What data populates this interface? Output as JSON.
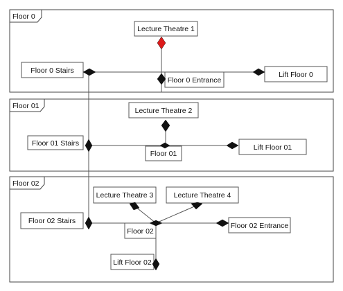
{
  "floors": [
    {
      "label": "Floor 0"
    },
    {
      "label": "Floor 01"
    },
    {
      "label": "Floor 02"
    }
  ],
  "nodes": {
    "lecture_theatre_1": "Lecture Theatre 1",
    "floor0_stairs": "Floor 0 Stairs",
    "floor0_entrance": "Floor 0 Entrance",
    "lift_floor0": "Lift Floor 0",
    "lecture_theatre_2": "Lecture Theatre 2",
    "floor01_stairs": "Floor 01 Stairs",
    "floor01": "Floor 01",
    "lift_floor01": "Lift Floor 01",
    "lecture_theatre_3": "Lecture Theatre 3",
    "lecture_theatre_4": "Lecture Theatre 4",
    "floor02_stairs": "Floor 02 Stairs",
    "floor02": "Floor 02",
    "floor02_entrance": "Floor 02 Entrance",
    "lift_floor02": "Lift Floor 02"
  },
  "colors": {
    "line": "#555555",
    "frame": "#444444",
    "diamond": "#111111",
    "diamond_highlight": "#dd1a1a"
  }
}
